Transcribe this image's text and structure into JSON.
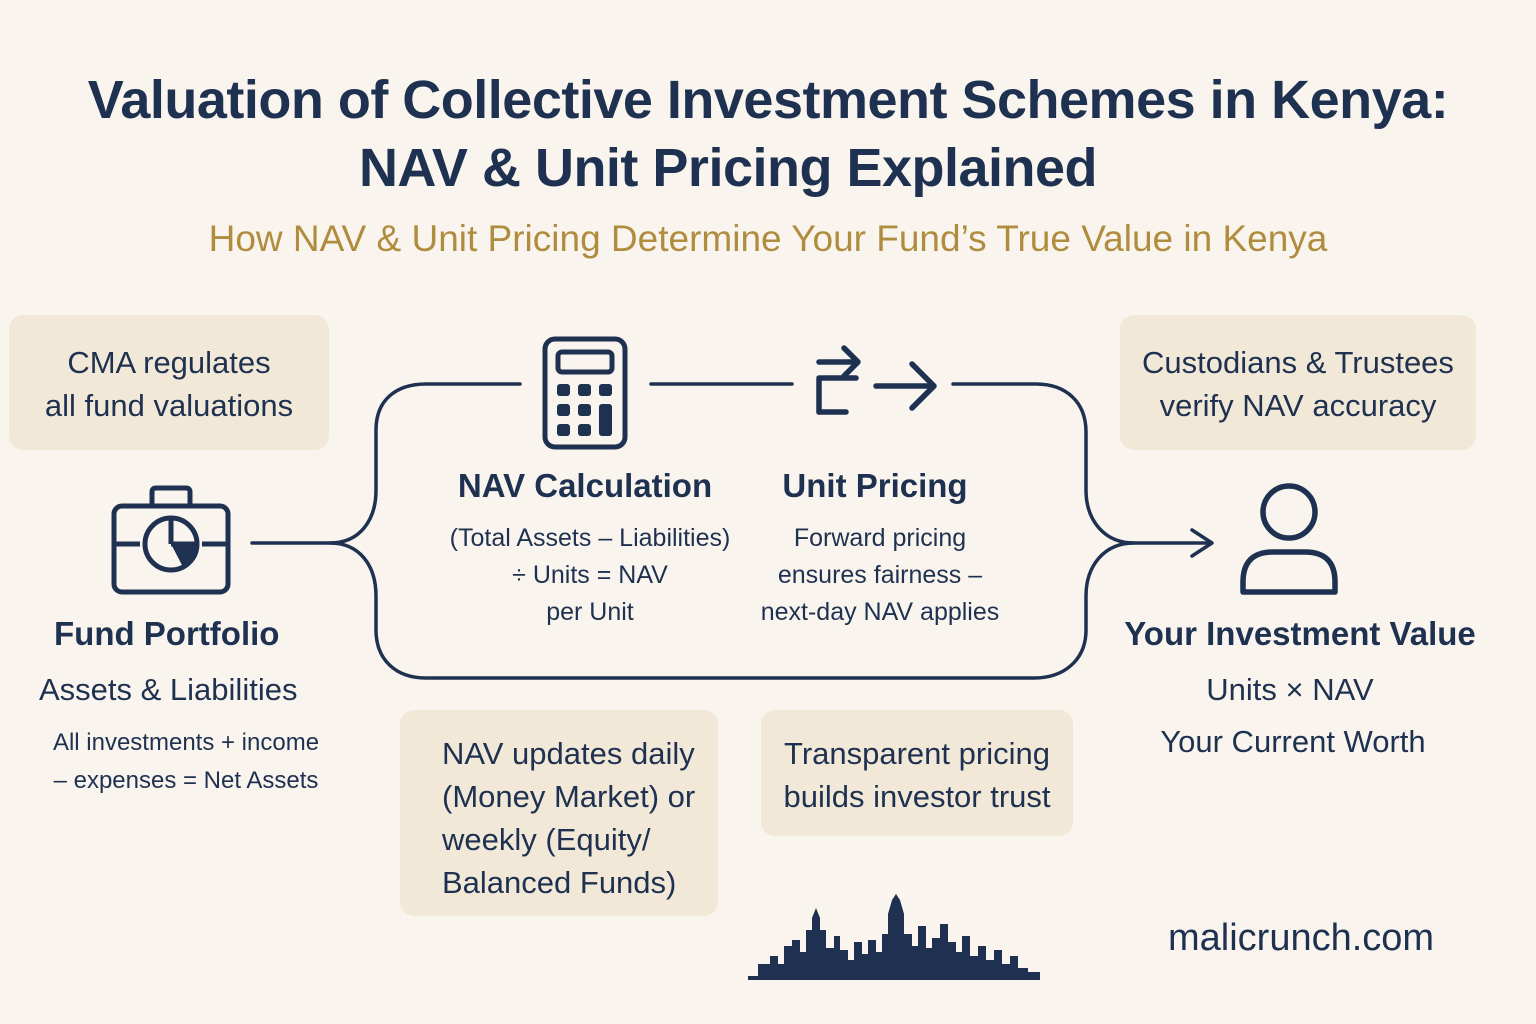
{
  "title": {
    "line1": "Valuation of Collective Investment Schemes in Kenya:",
    "line2": "NAV & Unit Pricing Explained"
  },
  "subtitle": "How NAV & Unit Pricing Determine Your Fund’s True Value in Kenya",
  "notes": {
    "cma": "CMA regulates\nall fund valuations",
    "custodians": "Custodians & Trustees\nverify NAV accuracy",
    "nav_updates": "NAV updates daily\n(Money Market) or\nweekly (Equity/\nBalanced Funds)",
    "transparent": "Transparent pricing\nbuilds investor trust"
  },
  "nodes": {
    "portfolio": {
      "icon": "briefcase-pie-icon",
      "title": "Fund Portfolio",
      "subtitle": "Assets & Liabilities",
      "text": "All investments + income\n– expenses = Net Assets"
    },
    "nav_calc": {
      "icon": "calculator-icon",
      "title": "NAV Calculation",
      "text": "(Total Assets – Liabilities)\n÷ Units = NAV\nper Unit"
    },
    "unit_pricing": {
      "icon": "forward-arrows-icon",
      "title": "Unit Pricing",
      "text": "Forward pricing\nensures fairness –\nnext-day NAV applies"
    },
    "investment": {
      "icon": "person-icon",
      "title": "Your Investment Value",
      "line1": "Units × NAV",
      "line2": "Your Current Worth"
    }
  },
  "footer": {
    "website": "malicrunch.com",
    "skyline_icon": "city-skyline-icon"
  },
  "colors": {
    "navy": "#1f3150",
    "gold": "#b08d3e",
    "note_bg": "#f2e8d8",
    "page_bg": "#f9f5ee"
  }
}
